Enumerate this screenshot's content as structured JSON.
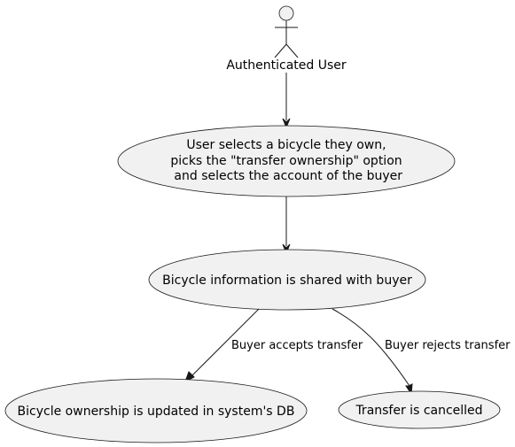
{
  "diagram": {
    "actor": {
      "label": "Authenticated User"
    },
    "use_cases": {
      "select": {
        "lines": [
          "User selects a bicycle they own,",
          "picks the \"transfer ownership\" option",
          " and selects the account of the buyer"
        ]
      },
      "shared": {
        "label": "Bicycle information is shared with buyer"
      },
      "updated": {
        "label": "Bicycle ownership is updated in system's DB"
      },
      "cancelled": {
        "label": "Transfer is cancelled"
      }
    },
    "edges": {
      "accepts": "Buyer accepts transfer",
      "rejects": "Buyer rejects transfer"
    },
    "colors": {
      "fill": "#F1F1F1",
      "stroke": "#181818"
    }
  }
}
